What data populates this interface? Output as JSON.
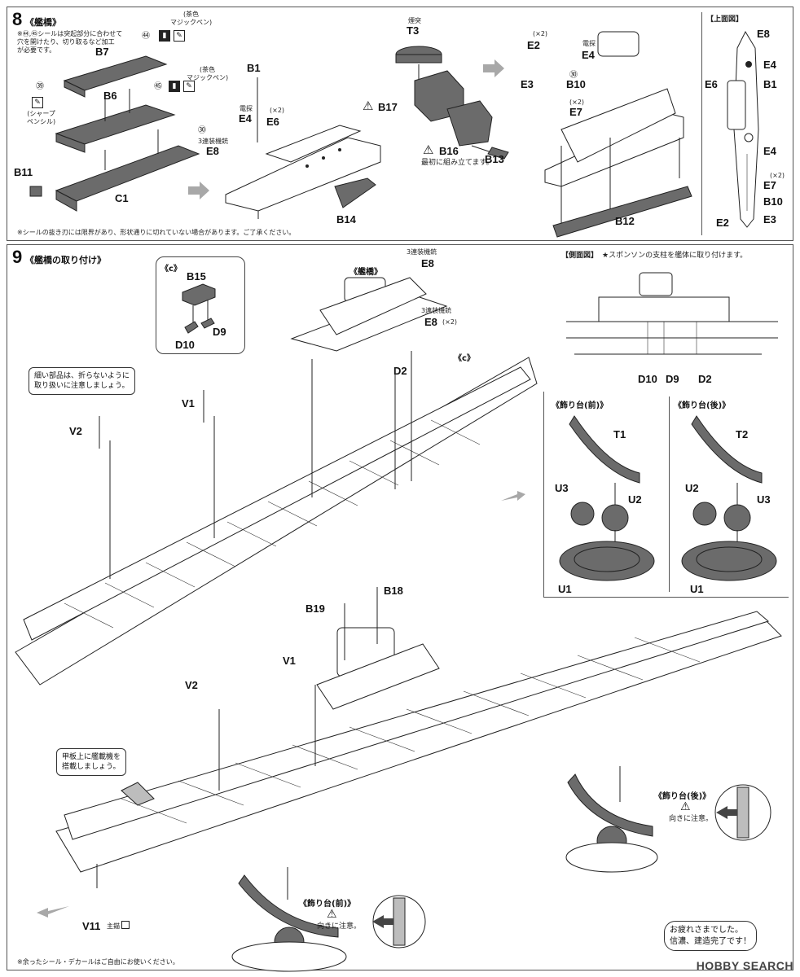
{
  "step8": {
    "number": "8",
    "title": "《艦橋》",
    "note_top": "※㊹,㊺シールは突起部分に合わせて\n穴を開けたり、切り取るなど加工\nが必要です。",
    "pen_label": "(茶色\nマジックペン)",
    "sharp_label": "(シャープ\nペンシル)",
    "sticker_44": "㊹",
    "sticker_45": "㊺",
    "sticker_39": "㊴",
    "sticker_30": "㉚",
    "parts": {
      "B7": "B7",
      "B6": "B6",
      "C1": "C1",
      "B11": "B11",
      "B1": "B1",
      "E4": "E4",
      "E6": "E6",
      "E8": "E8",
      "B14": "B14",
      "T3": "T3",
      "B17": "B17",
      "B16": "B16",
      "B13": "B13",
      "E2": "E2",
      "E3": "E3",
      "B10": "B10",
      "E7": "E7",
      "B12": "B12"
    },
    "x2": "(×2)",
    "radar_label": "電探",
    "funnel_label": "煙突",
    "triple_mg": "3連装機銃",
    "b16_note": "最初に組み立てます。",
    "top_view_title": "【上面図】",
    "top_view_parts": [
      "E8",
      "E4",
      "E6",
      "B1",
      "E4",
      "E7",
      "B10",
      "E2",
      "E3"
    ],
    "bottom_note": "※シールの抜き刃には限界があり、形状通りに切れていない場合があります。ご了承ください。"
  },
  "step9": {
    "number": "9",
    "title": "《艦橋の取り付け》",
    "c_box": "《c》",
    "bridge_label": "《艦橋》",
    "parts": {
      "B15": "B15",
      "D9": "D9",
      "D10": "D10",
      "E8": "E8",
      "D2": "D2",
      "V1": "V1",
      "V2": "V2",
      "B18": "B18",
      "B19": "B19",
      "V11": "V11",
      "T1": "T1",
      "T2": "T2",
      "U1": "U1",
      "U2": "U2",
      "U3": "U3"
    },
    "triple_mg": "3連装機銃",
    "x2": "(×2)",
    "callout_fragile": "細い部品は、折らないように\n取り扱いに注意しましょう。",
    "side_view_title": "【側面図】",
    "side_view_note": "★スポンソンの支柱を艦体に取り付けます。",
    "side_view_labels": [
      "D10",
      "D9",
      "D2"
    ],
    "stand_front_title": "《飾り台(前)》",
    "stand_rear_title": "《飾り台(後)》",
    "callout_aircraft": "甲板上に艦載機を\n搭載しましょう。",
    "orientation_note": "向きに注意。",
    "main_anchor": "主錨",
    "finished_bubble": "お疲れさまでした。\n信濃、建造完了です！",
    "bottom_note": "※余ったシール・デカールはご自由にお使いください。"
  },
  "watermark": "HOBBY SEARCH"
}
